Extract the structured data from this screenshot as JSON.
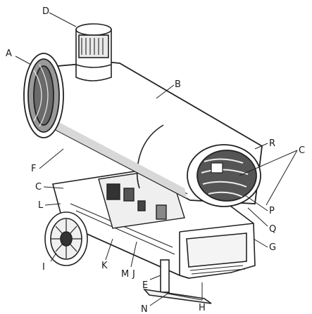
{
  "diagram": {
    "callouts": {
      "A": "A",
      "B": "B",
      "C_left": "C",
      "C_right": "C",
      "D": "D",
      "E": "E",
      "F": "F",
      "G": "G",
      "H": "H",
      "I": "I",
      "J": "J",
      "K": "K",
      "L": "L",
      "M": "M",
      "N": "N",
      "P": "P",
      "Q": "Q",
      "R": "R"
    }
  }
}
